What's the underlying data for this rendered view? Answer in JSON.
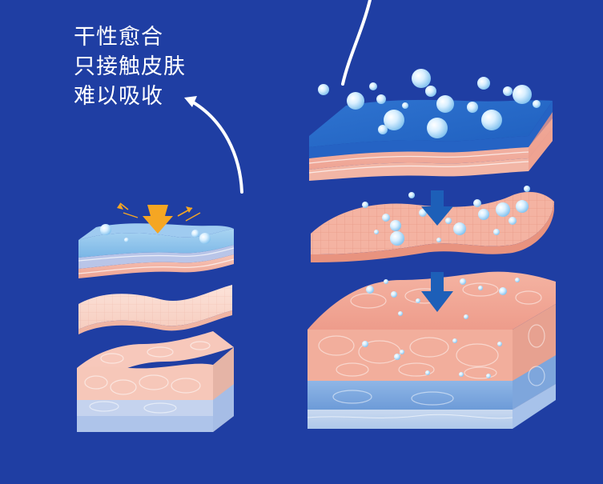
{
  "caption": {
    "line1": "干性愈合",
    "line2": "只接触皮肤",
    "line3": "难以吸收"
  },
  "colors": {
    "background": "#1f3ea3",
    "dressing_blue": "#3b86d6",
    "skin_pink": "#f2b2a4",
    "arrow_white": "#ffffff",
    "down_arrow_blue": "#1d5fb8",
    "impact_arrow_orange": "#f5a623"
  },
  "icons": {
    "curved_arrow": "curved-arrow-icon",
    "impact_arrow": "down-arrow-icon",
    "bubble": "moisture-bubble-icon"
  }
}
